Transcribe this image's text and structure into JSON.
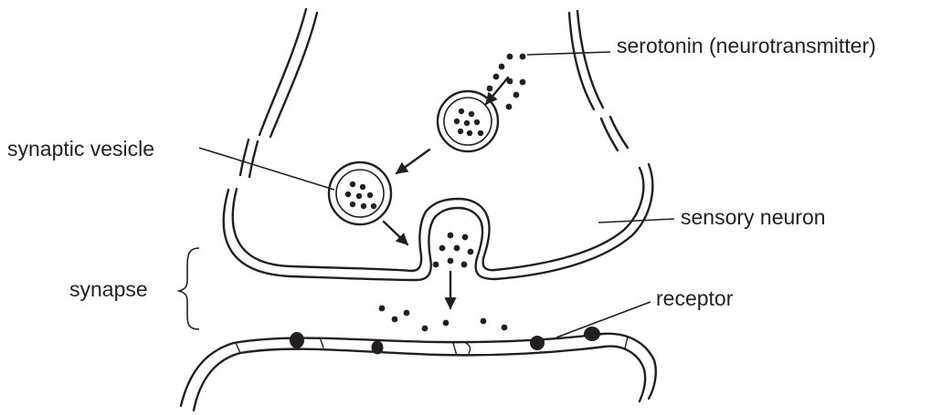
{
  "labels": {
    "serotonin": "serotonin (neurotransmitter)",
    "vesicle": "synaptic vesicle",
    "sensory_neuron": "sensory neuron",
    "synapse": "synapse",
    "receptor": "receptor"
  },
  "colors": {
    "ink": "#231f20",
    "background": "#ffffff"
  }
}
